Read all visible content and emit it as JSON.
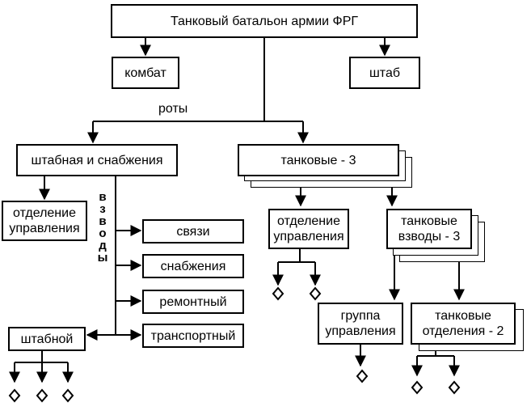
{
  "title": "Танковый батальон армии ФРГ",
  "nodes": {
    "combat": "комбат",
    "staff": "штаб",
    "companies_label": "роты",
    "hq_company": "штабная и снабжения",
    "tank_companies": "танковые - 3",
    "hq_section": "отделение\nуправления",
    "platoons_vertical": "взводы",
    "platoon_signals": "связи",
    "platoon_supply": "снабжения",
    "platoon_repair": "ремонтный",
    "platoon_transport": "транспортный",
    "platoon_staff": "штабной",
    "tank_company_hq_section": "отделение\nуправления",
    "tank_platoons": "танковые\nвзводы - 3",
    "control_group": "группа\nуправления",
    "tank_sections": "танковые\nотделения - 2"
  }
}
